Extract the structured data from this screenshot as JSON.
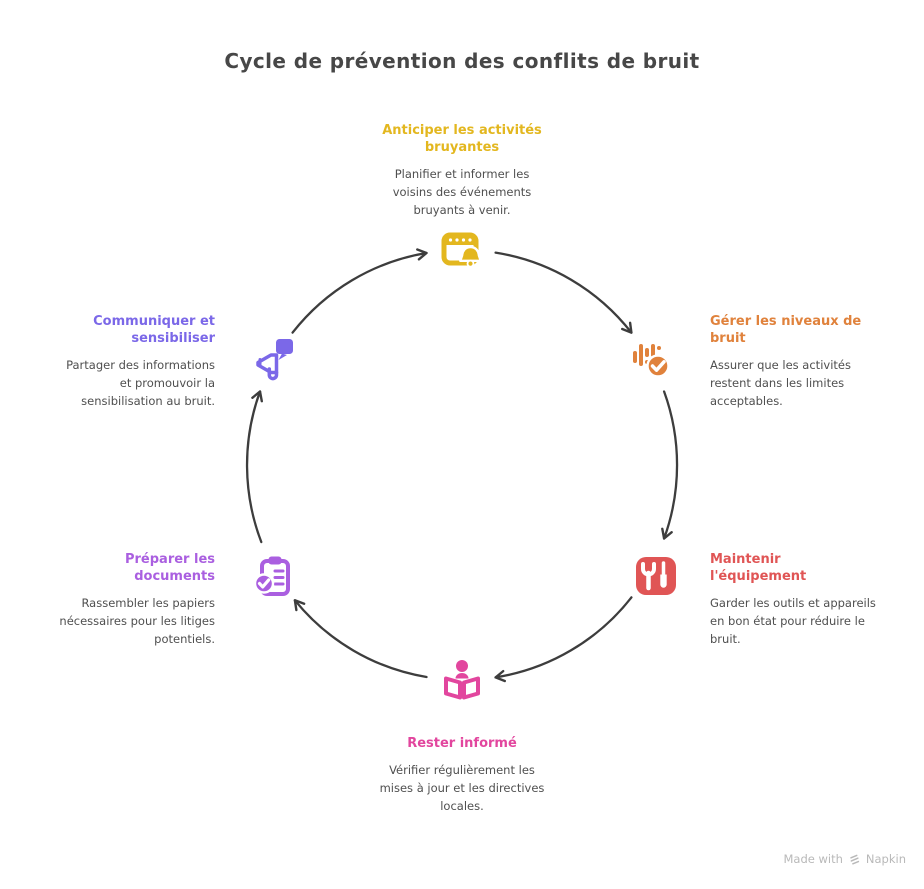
{
  "title": "Cycle de prévention des conflits de bruit",
  "colors": {
    "arrow": "#3d3d3d",
    "title_text": "#474747",
    "description_text": "#4f4f4f",
    "footer_text": "#b9b9b9"
  },
  "nodes": [
    {
      "id": "anticiper",
      "title": "Anticiper les activités bruyantes",
      "description": "Planifier et informer les voisins des événements bruyants à venir.",
      "color": "#e3b71f",
      "icon": "calendar-bell-icon"
    },
    {
      "id": "gerer",
      "title": "Gérer les niveaux de bruit",
      "description": "Assurer que les activités restent dans les limites acceptables.",
      "color": "#e0823c",
      "icon": "sound-levels-check-icon"
    },
    {
      "id": "maintenir",
      "title": "Maintenir l'équipement",
      "description": "Garder les outils et appareils en bon état pour réduire le bruit.",
      "color": "#e05555",
      "icon": "tools-icon"
    },
    {
      "id": "rester",
      "title": "Rester informé",
      "description": "Vérifier régulièrement les mises à jour et les directives locales.",
      "color": "#e2469e",
      "icon": "person-reading-icon"
    },
    {
      "id": "preparer",
      "title": "Préparer les documents",
      "description": "Rassembler les papiers nécessaires pour les litiges potentiels.",
      "color": "#aa5fe0",
      "icon": "clipboard-check-icon"
    },
    {
      "id": "communiquer",
      "title": "Communiquer et sensibiliser",
      "description": "Partager des informations et promouvoir la sensibilisation au bruit.",
      "color": "#7b68e8",
      "icon": "megaphone-speech-icon"
    }
  ],
  "footer": {
    "made_with": "Made with",
    "brand": "Napkin"
  }
}
